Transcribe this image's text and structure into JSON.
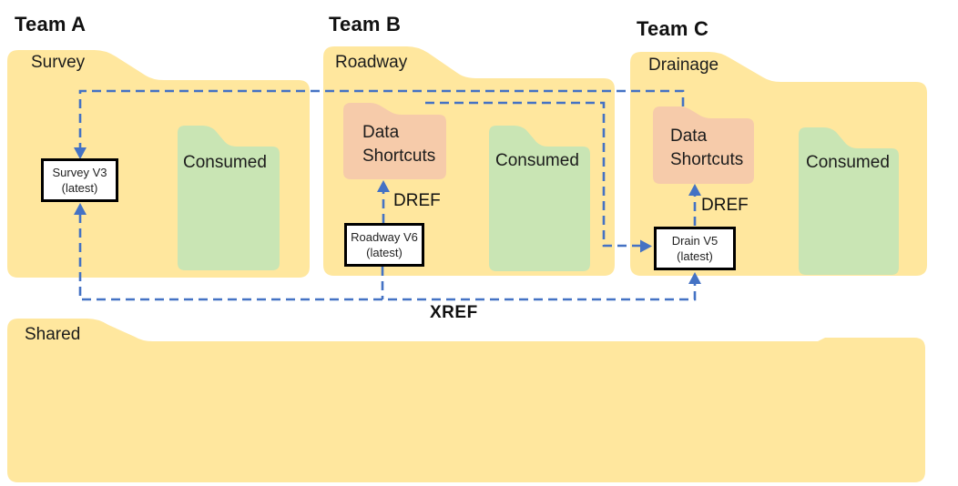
{
  "teams": [
    {
      "title": "Team A",
      "folder_label": "Survey",
      "consumed_label": "Consumed",
      "file_box": {
        "line1": "Survey V3",
        "line2": "(latest)"
      }
    },
    {
      "title": "Team B",
      "folder_label": "Roadway",
      "shortcuts_line1": "Data",
      "shortcuts_line2": "Shortcuts",
      "consumed_label": "Consumed",
      "file_box": {
        "line1": "Roadway V6",
        "line2": "(latest)"
      },
      "dref_label": "DREF"
    },
    {
      "title": "Team C",
      "folder_label": "Drainage",
      "shortcuts_line1": "Data",
      "shortcuts_line2": "Shortcuts",
      "consumed_label": "Consumed",
      "file_box": {
        "line1": "Drain V5",
        "line2": "(latest)"
      },
      "dref_label": "DREF"
    }
  ],
  "shared_folder": {
    "label": "Shared"
  },
  "connectors": {
    "xref_label": "XREF"
  },
  "colors": {
    "folder_yellow": "#FFE79E",
    "consumed_green": "#C9E5B4",
    "shortcuts_orange": "#F6CBAA",
    "connector_blue": "#4472C4",
    "file_box_bg": "#FFFFFF",
    "file_box_border": "#000000"
  }
}
